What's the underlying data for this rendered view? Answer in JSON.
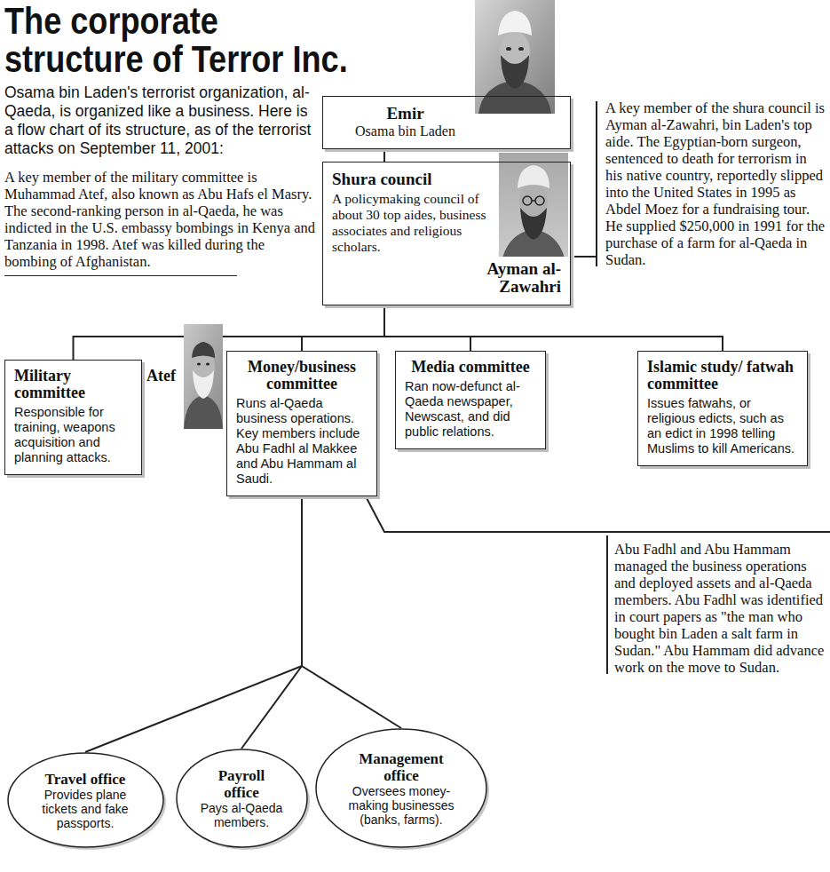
{
  "diagram": {
    "title": "The corporate structure of Terror Inc.",
    "nodes": [
      {
        "text": [
          "Emir",
          "Osama bin Laden"
        ]
      },
      {
        "text": [
          "Shura council",
          "A policymaking council of about 30 top aides, business associates and religious scholars.",
          "Ayman al-Zawahri"
        ]
      },
      {
        "text": [
          "Military committee",
          "Responsible for training, weapons acquisition and planning attacks."
        ]
      },
      {
        "text": [
          "Money/business committee",
          "Runs al-Qaeda business operations. Key members include Abu Fadhl al Makkee and Abu Hammam al Saudi."
        ]
      },
      {
        "text": [
          "Media committee",
          "Ran now-defunct al-Qaeda newspaper, Newscast, and did public relations."
        ]
      },
      {
        "text": [
          "Islamic study/ fatwah committee",
          "Issues fatwahs, or religious edicts, such as an edict in 1998 telling Muslims to kill Americans."
        ]
      },
      {
        "text": [
          "Travel office",
          "Provides plane tickets and fake passports."
        ]
      },
      {
        "text": [
          "Payroll office",
          "Pays al-Qaeda members."
        ]
      },
      {
        "text": [
          "Management office",
          "Oversees money-making businesses (banks, farms)."
        ]
      }
    ],
    "edges": [
      {
        "from": 0,
        "to": 1,
        "arrow": "none"
      },
      {
        "from": 1,
        "to": 2,
        "arrow": "none"
      },
      {
        "from": 1,
        "to": 3,
        "arrow": "none"
      },
      {
        "from": 1,
        "to": 4,
        "arrow": "none"
      },
      {
        "from": 1,
        "to": 5,
        "arrow": "none"
      },
      {
        "from": 3,
        "to": 6,
        "arrow": "none"
      },
      {
        "from": 3,
        "to": 7,
        "arrow": "none"
      },
      {
        "from": 3,
        "to": 8,
        "arrow": "none"
      }
    ],
    "labels": [
      "Osama bin Laden's terrorist organization, al-Qaeda, is organized like a business. Here is a flow chart of its structure, as of the terrorist attacks on September 11, 2001:",
      "A key member of the military committee is Muhammad Atef, also known as Abu Hafs el Masry. The second-ranking person in al-Qaeda, he was indicted in the U.S. embassy bombings in Kenya and Tanzania in 1998. Atef was killed during the bombing of Afghanistan.",
      "A key member of the shura council is Ayman al-Zawahri, bin Laden's top aide. The Egyptian-born surgeon, sentenced to death for terrorism in his native country, reportedly slipped into the United States in 1995 as Abdel Moez for a fundraising tour. He supplied $250,000 in 1991 for the purchase of a farm for al-Qaeda in Sudan.",
      "Atef",
      "Abu Fadhl and Abu Hammam managed the business operations and deployed assets and al-Qaeda members. Abu Fadhl was identified in court papers as \"the man who bought bin Laden a salt farm in Sudan.\" Abu Hammam did advance work on the move to Sudan."
    ]
  }
}
